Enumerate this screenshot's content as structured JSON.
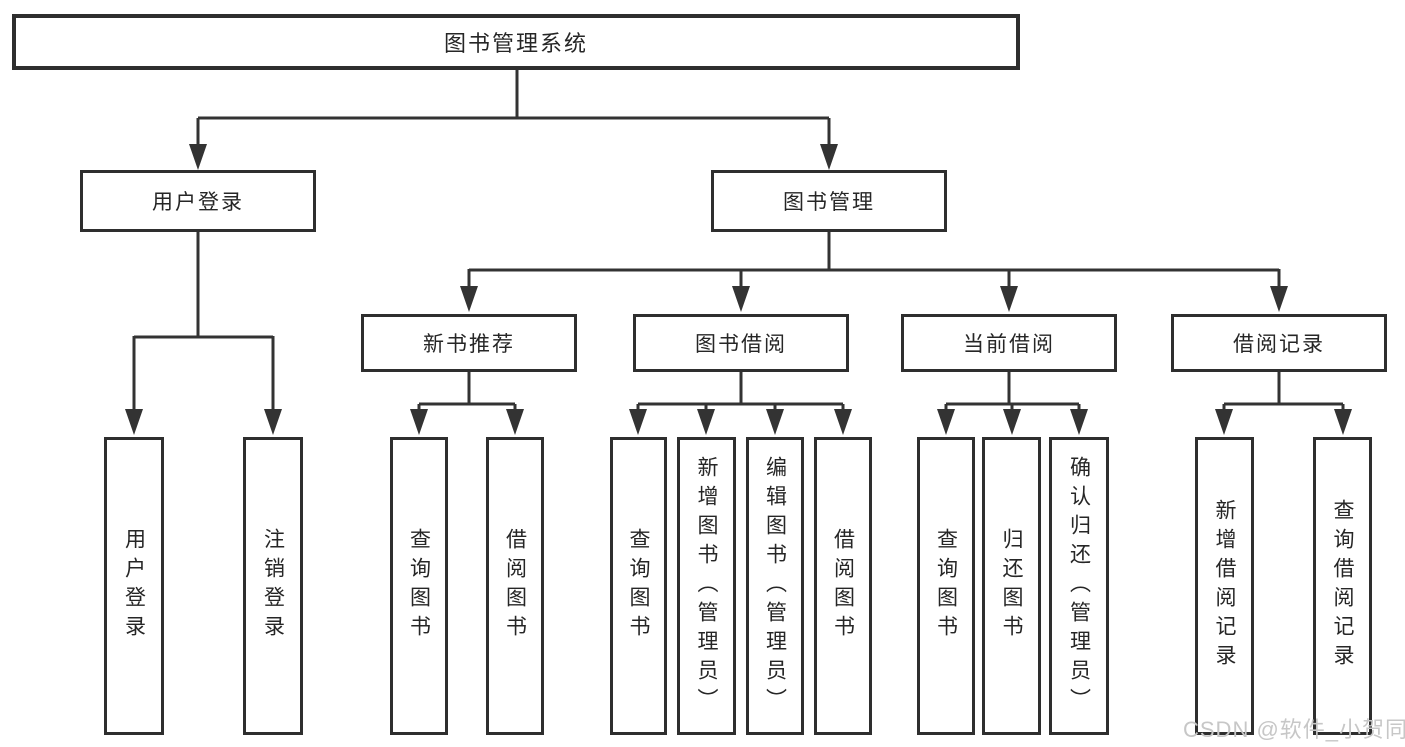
{
  "colors": {
    "line": "#333333",
    "box_border": "#2e2e2e",
    "box_background": "#ffffff",
    "text": "#262626",
    "watermark_text": "#c7c7c7"
  },
  "watermark": {
    "text": "CSDN @软件_小贺同学"
  },
  "tree": {
    "root": {
      "label": "图书管理系统",
      "children": [
        {
          "label": "用户登录",
          "children": [
            {
              "label": "用户登录"
            },
            {
              "label": "注销登录"
            }
          ]
        },
        {
          "label": "图书管理",
          "children": [
            {
              "label": "新书推荐",
              "children": [
                {
                  "label": "查询图书"
                },
                {
                  "label": "借阅图书"
                }
              ]
            },
            {
              "label": "图书借阅",
              "children": [
                {
                  "label": "查询图书"
                },
                {
                  "label": "新增图书（管理员）"
                },
                {
                  "label": "编辑图书（管理员）"
                },
                {
                  "label": "借阅图书"
                }
              ]
            },
            {
              "label": "当前借阅",
              "children": [
                {
                  "label": "查询图书"
                },
                {
                  "label": "归还图书"
                },
                {
                  "label": "确认归还（管理员）"
                }
              ]
            },
            {
              "label": "借阅记录",
              "children": [
                {
                  "label": "新增借阅记录"
                },
                {
                  "label": "查询借阅记录"
                }
              ]
            }
          ]
        }
      ]
    }
  }
}
